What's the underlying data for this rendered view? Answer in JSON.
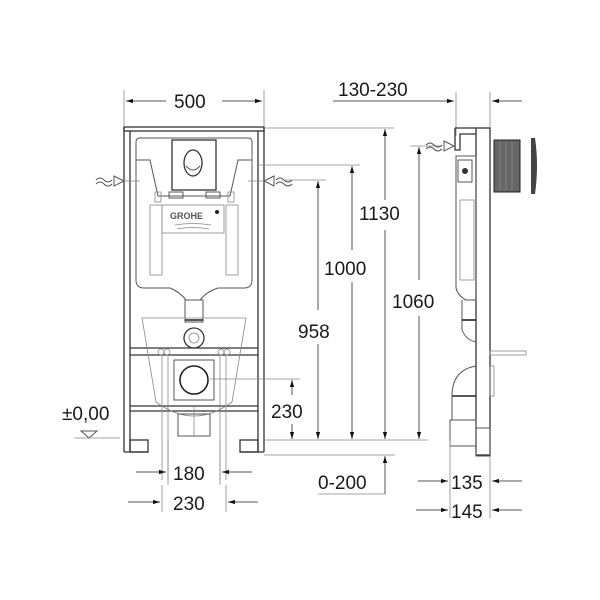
{
  "drawing": {
    "brand_logo": "GROHE",
    "front_view": {
      "width_label": "500",
      "inner_width_label": "180",
      "outer_width_label": "230",
      "floor_level_label": "±0,00"
    },
    "height_dimensions": {
      "h1130": "1130",
      "h1000": "1000",
      "h958": "958",
      "h230": "230",
      "h1060": "1060",
      "floor_adjust": "0-200"
    },
    "side_view": {
      "depth_adjust_label": "130-230",
      "depth_135": "135",
      "depth_145": "145"
    },
    "colors": {
      "line": "#555555",
      "text": "#1a1a1a",
      "background": "#ffffff"
    }
  }
}
